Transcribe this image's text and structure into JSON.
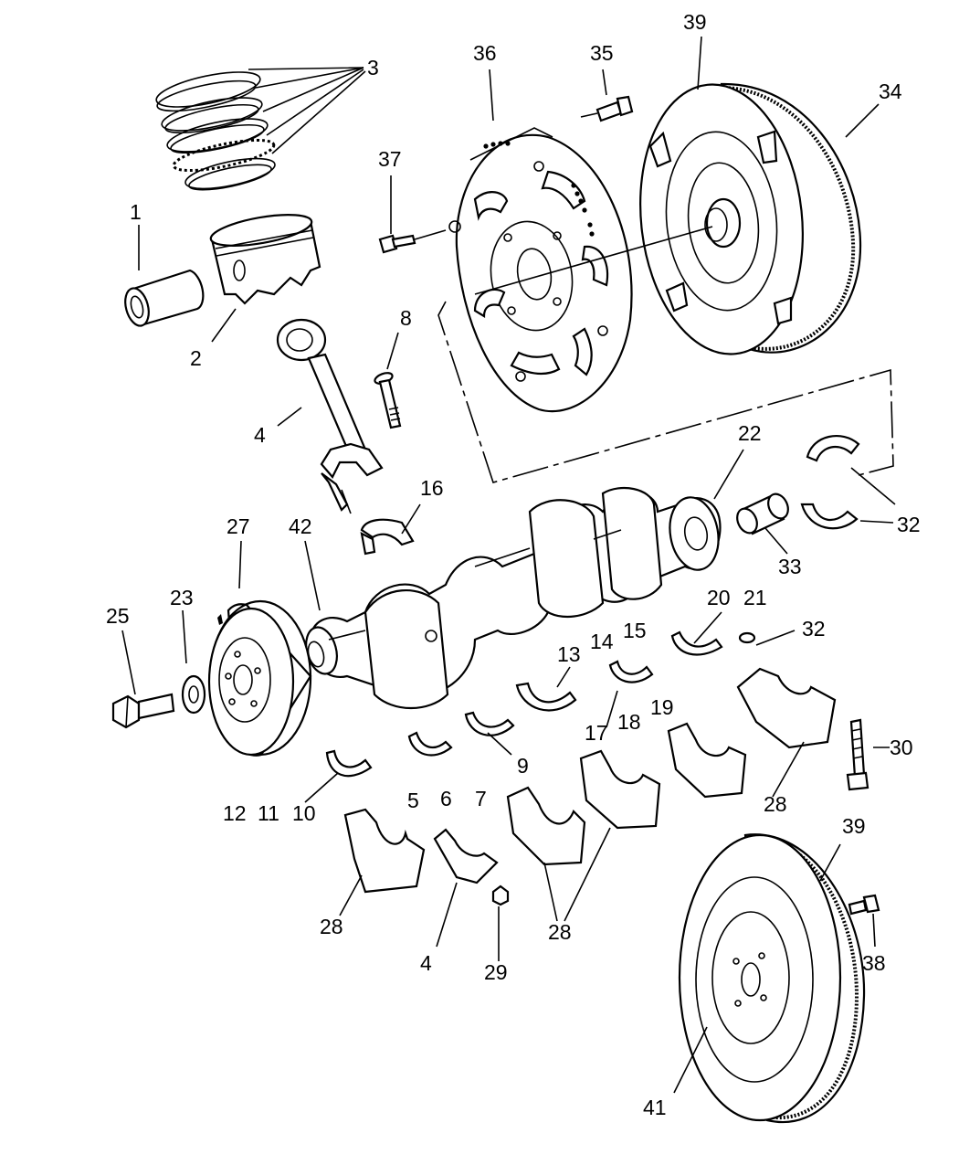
{
  "callouts": [
    {
      "id": "c1",
      "text": "1"
    },
    {
      "id": "c2",
      "text": "2"
    },
    {
      "id": "c3",
      "text": "3"
    },
    {
      "id": "c4a",
      "text": "4"
    },
    {
      "id": "c4b",
      "text": "4"
    },
    {
      "id": "c5",
      "text": "5"
    },
    {
      "id": "c6",
      "text": "6"
    },
    {
      "id": "c7",
      "text": "7"
    },
    {
      "id": "c8",
      "text": "8"
    },
    {
      "id": "c9",
      "text": "9"
    },
    {
      "id": "c10",
      "text": "10"
    },
    {
      "id": "c11",
      "text": "11"
    },
    {
      "id": "c12",
      "text": "12"
    },
    {
      "id": "c13",
      "text": "13"
    },
    {
      "id": "c14",
      "text": "14"
    },
    {
      "id": "c15",
      "text": "15"
    },
    {
      "id": "c16",
      "text": "16"
    },
    {
      "id": "c17",
      "text": "17"
    },
    {
      "id": "c18",
      "text": "18"
    },
    {
      "id": "c19",
      "text": "19"
    },
    {
      "id": "c20",
      "text": "20"
    },
    {
      "id": "c21",
      "text": "21"
    },
    {
      "id": "c22",
      "text": "22"
    },
    {
      "id": "c23",
      "text": "23"
    },
    {
      "id": "c25",
      "text": "25"
    },
    {
      "id": "c27",
      "text": "27"
    },
    {
      "id": "c28a",
      "text": "28"
    },
    {
      "id": "c28b",
      "text": "28"
    },
    {
      "id": "c28c",
      "text": "28"
    },
    {
      "id": "c29",
      "text": "29"
    },
    {
      "id": "c30",
      "text": "30"
    },
    {
      "id": "c32a",
      "text": "32"
    },
    {
      "id": "c32b",
      "text": "32"
    },
    {
      "id": "c33",
      "text": "33"
    },
    {
      "id": "c34",
      "text": "34"
    },
    {
      "id": "c35",
      "text": "35"
    },
    {
      "id": "c36",
      "text": "36"
    },
    {
      "id": "c37",
      "text": "37"
    },
    {
      "id": "c38",
      "text": "38"
    },
    {
      "id": "c39a",
      "text": "39"
    },
    {
      "id": "c39b",
      "text": "39"
    },
    {
      "id": "c41",
      "text": "41"
    },
    {
      "id": "c42",
      "text": "42"
    }
  ],
  "parts": [
    "piston-rings",
    "piston-pin",
    "piston",
    "connecting-rod",
    "rod-bolt",
    "flex-plate",
    "flex-plate-bolt",
    "flex-plate-mounting-bolt",
    "torque-converter",
    "crankshaft",
    "vibration-damper",
    "damper-washer",
    "damper-bolt",
    "main-bearing-shells",
    "main-bearing-caps",
    "thrust-bearing",
    "rear-seal",
    "flywheel",
    "flywheel-bolt",
    "bearing-cap-bolt",
    "rod-cap-nut"
  ]
}
